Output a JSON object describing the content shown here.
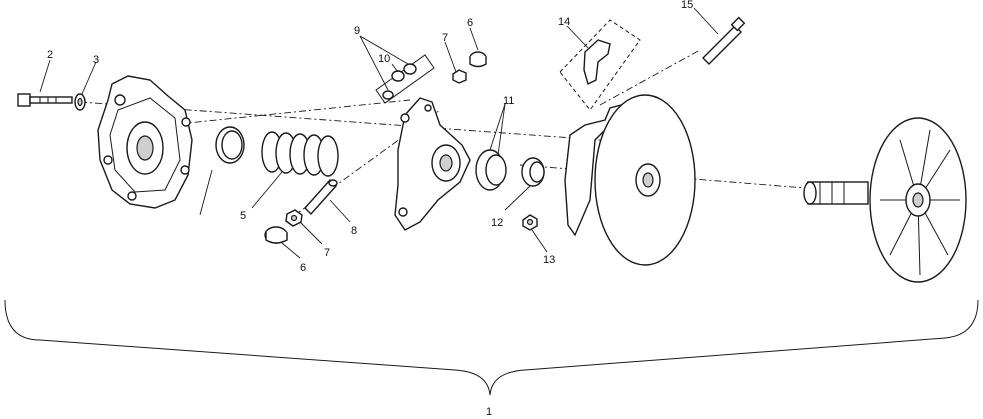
{
  "diagram": {
    "callouts": {
      "c1": "1",
      "c2": "2",
      "c3": "3",
      "c5": "5",
      "c6a": "6",
      "c6b": "6",
      "c7a": "7",
      "c7b": "7",
      "c8": "8",
      "c9": "9",
      "c10": "10",
      "c11": "11",
      "c12": "12",
      "c13": "13",
      "c14": "14",
      "c15": "15"
    }
  }
}
